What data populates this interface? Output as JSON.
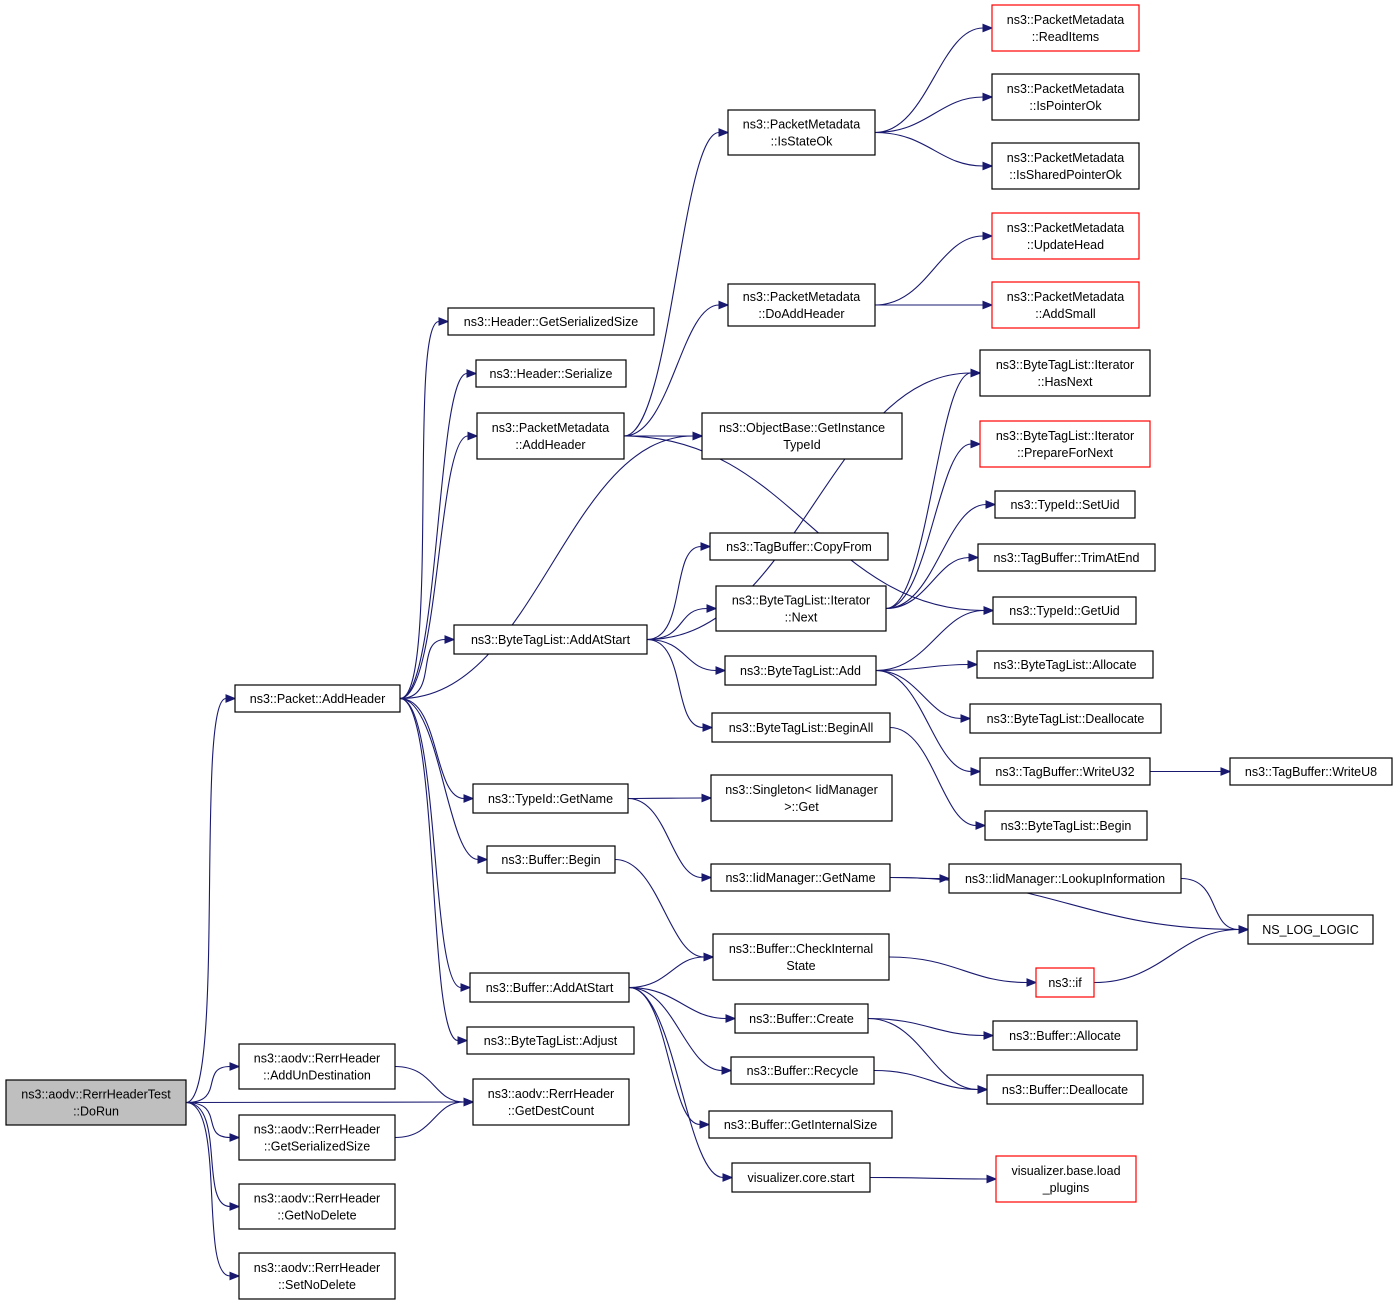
{
  "colors": {
    "edge": "#191970",
    "node_border": "#000000",
    "truncated_border": "#ff0000",
    "root_fill": "#bfbfbf",
    "node_fill": "#ffffff"
  },
  "nodes": [
    {
      "id": "root",
      "lines": [
        "ns3::aodv::RerrHeaderTest",
        "::DoRun"
      ],
      "root": true
    },
    {
      "id": "pkt_addheader",
      "lines": [
        "ns3::Packet::AddHeader"
      ]
    },
    {
      "id": "hdr_getsersize",
      "lines": [
        "ns3::Header::GetSerializedSize"
      ]
    },
    {
      "id": "hdr_serialize",
      "lines": [
        "ns3::Header::Serialize"
      ]
    },
    {
      "id": "pm_addheader",
      "lines": [
        "ns3::PacketMetadata",
        "::AddHeader"
      ]
    },
    {
      "id": "pm_isstateok",
      "lines": [
        "ns3::PacketMetadata",
        "::IsStateOk"
      ]
    },
    {
      "id": "pm_readitems",
      "lines": [
        "ns3::PacketMetadata",
        "::ReadItems"
      ],
      "truncated": true
    },
    {
      "id": "pm_ispointerok",
      "lines": [
        "ns3::PacketMetadata",
        "::IsPointerOk"
      ]
    },
    {
      "id": "pm_issharedpointerok",
      "lines": [
        "ns3::PacketMetadata",
        "::IsSharedPointerOk"
      ]
    },
    {
      "id": "pm_doaddheader",
      "lines": [
        "ns3::PacketMetadata",
        "::DoAddHeader"
      ]
    },
    {
      "id": "pm_updatehead",
      "lines": [
        "ns3::PacketMetadata",
        "::UpdateHead"
      ],
      "truncated": true
    },
    {
      "id": "pm_addsmall",
      "lines": [
        "ns3::PacketMetadata",
        "::AddSmall"
      ],
      "truncated": true
    },
    {
      "id": "ob_getinstancetypeid",
      "lines": [
        "ns3::ObjectBase::GetInstance",
        "TypeId"
      ]
    },
    {
      "id": "btli_hasnext",
      "lines": [
        "ns3::ByteTagList::Iterator",
        "::HasNext"
      ]
    },
    {
      "id": "btli_preparefornext",
      "lines": [
        "ns3::ByteTagList::Iterator",
        "::PrepareForNext"
      ],
      "truncated": true
    },
    {
      "id": "typeid_setuid",
      "lines": [
        "ns3::TypeId::SetUid"
      ]
    },
    {
      "id": "tagbuf_copyfrom",
      "lines": [
        "ns3::TagBuffer::CopyFrom"
      ]
    },
    {
      "id": "tagbuf_trimatend",
      "lines": [
        "ns3::TagBuffer::TrimAtEnd"
      ]
    },
    {
      "id": "btli_next",
      "lines": [
        "ns3::ByteTagList::Iterator",
        "::Next"
      ]
    },
    {
      "id": "typeid_getuid",
      "lines": [
        "ns3::TypeId::GetUid"
      ]
    },
    {
      "id": "btl_addatstart",
      "lines": [
        "ns3::ByteTagList::AddAtStart"
      ]
    },
    {
      "id": "btl_add",
      "lines": [
        "ns3::ByteTagList::Add"
      ]
    },
    {
      "id": "btl_allocate",
      "lines": [
        "ns3::ByteTagList::Allocate"
      ]
    },
    {
      "id": "btl_deallocate",
      "lines": [
        "ns3::ByteTagList::Deallocate"
      ]
    },
    {
      "id": "btl_beginall",
      "lines": [
        "ns3::ByteTagList::BeginAll"
      ]
    },
    {
      "id": "tagbuf_writeu32",
      "lines": [
        "ns3::TagBuffer::WriteU32"
      ]
    },
    {
      "id": "tagbuf_writeu8",
      "lines": [
        "ns3::TagBuffer::WriteU8"
      ]
    },
    {
      "id": "btl_begin",
      "lines": [
        "ns3::ByteTagList::Begin"
      ]
    },
    {
      "id": "typeid_getname",
      "lines": [
        "ns3::TypeId::GetName"
      ]
    },
    {
      "id": "singleton_get",
      "lines": [
        "ns3::Singleton< IidManager",
        ">::Get"
      ]
    },
    {
      "id": "buf_begin",
      "lines": [
        "ns3::Buffer::Begin"
      ]
    },
    {
      "id": "iid_getname",
      "lines": [
        "ns3::IidManager::GetName"
      ]
    },
    {
      "id": "iid_lookupinfo",
      "lines": [
        "ns3::IidManager::LookupInformation"
      ]
    },
    {
      "id": "ns_log_logic",
      "lines": [
        "NS_LOG_LOGIC"
      ]
    },
    {
      "id": "buf_checkinternalstate",
      "lines": [
        "ns3::Buffer::CheckInternal",
        "State"
      ]
    },
    {
      "id": "ns3_if",
      "lines": [
        "ns3::if"
      ],
      "truncated": true
    },
    {
      "id": "buf_addatstart",
      "lines": [
        "ns3::Buffer::AddAtStart"
      ]
    },
    {
      "id": "buf_create",
      "lines": [
        "ns3::Buffer::Create"
      ]
    },
    {
      "id": "buf_allocate",
      "lines": [
        "ns3::Buffer::Allocate"
      ]
    },
    {
      "id": "btl_adjust",
      "lines": [
        "ns3::ByteTagList::Adjust"
      ]
    },
    {
      "id": "buf_recycle",
      "lines": [
        "ns3::Buffer::Recycle"
      ]
    },
    {
      "id": "buf_deallocate",
      "lines": [
        "ns3::Buffer::Deallocate"
      ]
    },
    {
      "id": "buf_getinternalsize",
      "lines": [
        "ns3::Buffer::GetInternalSize"
      ]
    },
    {
      "id": "vis_core_start",
      "lines": [
        "visualizer.core.start"
      ]
    },
    {
      "id": "vis_base_loadplugins",
      "lines": [
        "visualizer.base.load",
        "_plugins"
      ],
      "truncated": true
    },
    {
      "id": "rerr_addundestination",
      "lines": [
        "ns3::aodv::RerrHeader",
        "::AddUnDestination"
      ]
    },
    {
      "id": "rerr_getserializedsize",
      "lines": [
        "ns3::aodv::RerrHeader",
        "::GetSerializedSize"
      ]
    },
    {
      "id": "rerr_getdestcount",
      "lines": [
        "ns3::aodv::RerrHeader",
        "::GetDestCount"
      ]
    },
    {
      "id": "rerr_getnodelete",
      "lines": [
        "ns3::aodv::RerrHeader",
        "::GetNoDelete"
      ]
    },
    {
      "id": "rerr_setnodelete",
      "lines": [
        "ns3::aodv::RerrHeader",
        "::SetNoDelete"
      ]
    }
  ],
  "edges": [
    [
      "root",
      "pkt_addheader"
    ],
    [
      "root",
      "rerr_addundestination"
    ],
    [
      "root",
      "rerr_getdestcount"
    ],
    [
      "root",
      "rerr_getserializedsize"
    ],
    [
      "root",
      "rerr_getnodelete"
    ],
    [
      "root",
      "rerr_setnodelete"
    ],
    [
      "rerr_addundestination",
      "rerr_getdestcount"
    ],
    [
      "rerr_getserializedsize",
      "rerr_getdestcount"
    ],
    [
      "pkt_addheader",
      "hdr_getsersize"
    ],
    [
      "pkt_addheader",
      "hdr_serialize"
    ],
    [
      "pkt_addheader",
      "pm_addheader"
    ],
    [
      "pkt_addheader",
      "ob_getinstancetypeid"
    ],
    [
      "pkt_addheader",
      "btl_addatstart"
    ],
    [
      "pkt_addheader",
      "typeid_getname"
    ],
    [
      "pkt_addheader",
      "buf_begin"
    ],
    [
      "pkt_addheader",
      "buf_addatstart"
    ],
    [
      "pkt_addheader",
      "btl_adjust"
    ],
    [
      "pm_addheader",
      "pm_isstateok"
    ],
    [
      "pm_addheader",
      "pm_doaddheader"
    ],
    [
      "pm_addheader",
      "ob_getinstancetypeid"
    ],
    [
      "pm_addheader",
      "typeid_getuid"
    ],
    [
      "pm_isstateok",
      "pm_readitems"
    ],
    [
      "pm_isstateok",
      "pm_ispointerok"
    ],
    [
      "pm_isstateok",
      "pm_issharedpointerok"
    ],
    [
      "pm_doaddheader",
      "pm_updatehead"
    ],
    [
      "pm_doaddheader",
      "pm_addsmall"
    ],
    [
      "btl_addatstart",
      "tagbuf_copyfrom"
    ],
    [
      "btl_addatstart",
      "btli_next"
    ],
    [
      "btl_addatstart",
      "btl_add"
    ],
    [
      "btl_addatstart",
      "btl_beginall"
    ],
    [
      "btl_addatstart",
      "btli_hasnext"
    ],
    [
      "btli_next",
      "btli_hasnext"
    ],
    [
      "btli_next",
      "btli_preparefornext"
    ],
    [
      "btli_next",
      "typeid_setuid"
    ],
    [
      "btli_next",
      "tagbuf_trimatend"
    ],
    [
      "btl_add",
      "typeid_getuid"
    ],
    [
      "btl_add",
      "btl_allocate"
    ],
    [
      "btl_add",
      "btl_deallocate"
    ],
    [
      "btl_add",
      "tagbuf_writeu32"
    ],
    [
      "tagbuf_writeu32",
      "tagbuf_writeu8"
    ],
    [
      "btl_beginall",
      "btl_begin"
    ],
    [
      "typeid_getname",
      "singleton_get"
    ],
    [
      "typeid_getname",
      "iid_getname"
    ],
    [
      "iid_getname",
      "iid_lookupinfo"
    ],
    [
      "iid_getname",
      "ns_log_logic"
    ],
    [
      "iid_lookupinfo",
      "ns_log_logic"
    ],
    [
      "buf_begin",
      "buf_checkinternalstate"
    ],
    [
      "buf_checkinternalstate",
      "ns3_if"
    ],
    [
      "ns3_if",
      "ns_log_logic"
    ],
    [
      "buf_addatstart",
      "buf_checkinternalstate"
    ],
    [
      "buf_addatstart",
      "buf_create"
    ],
    [
      "buf_addatstart",
      "buf_recycle"
    ],
    [
      "buf_addatstart",
      "buf_getinternalsize"
    ],
    [
      "buf_addatstart",
      "vis_core_start"
    ],
    [
      "buf_create",
      "buf_allocate"
    ],
    [
      "buf_create",
      "buf_deallocate"
    ],
    [
      "buf_recycle",
      "buf_deallocate"
    ],
    [
      "vis_core_start",
      "vis_base_loadplugins"
    ]
  ]
}
